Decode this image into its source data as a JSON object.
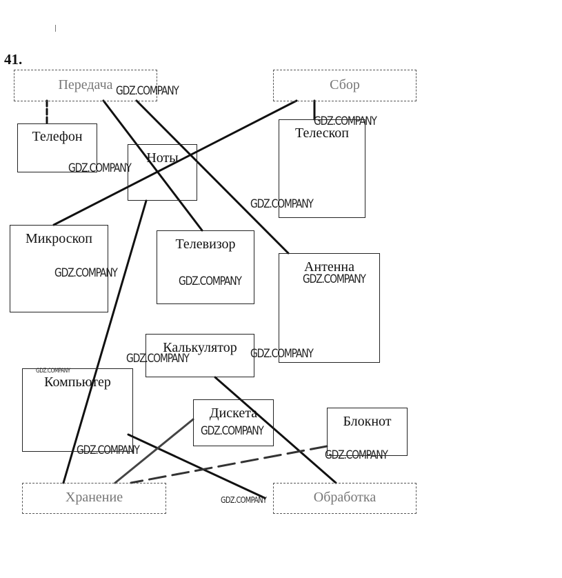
{
  "problem": {
    "number": "41."
  },
  "watermark": "GDZ.COMPANY",
  "nodes": {
    "peredacha": {
      "label": "Передача"
    },
    "sbor": {
      "label": "Сбор"
    },
    "telefon": {
      "label": "Телефон"
    },
    "noty": {
      "label": "Ноты"
    },
    "teleskop": {
      "label": "Телескоп"
    },
    "mikroskop": {
      "label": "Микроскоп"
    },
    "televizor": {
      "label": "Телевизор"
    },
    "antenna": {
      "label": "Антенна"
    },
    "kalkulyator": {
      "label": "Калькулятор"
    },
    "kompyuter": {
      "label": "Компьютер"
    },
    "disketa": {
      "label": "Дискета"
    },
    "bloknot": {
      "label": "Блокнот"
    },
    "hranenie": {
      "label": "Хранение"
    },
    "obrabotka": {
      "label": "Обработка"
    }
  },
  "connections": [
    {
      "from": "peredacha",
      "to": "telefon"
    },
    {
      "from": "peredacha",
      "to": "televizor"
    },
    {
      "from": "peredacha",
      "to": "antenna"
    },
    {
      "from": "sbor",
      "to": "teleskop"
    },
    {
      "from": "sbor",
      "to": "mikroskop"
    },
    {
      "from": "noty",
      "to": "hranenie"
    },
    {
      "from": "kalkulyator",
      "to": "obrabotka"
    },
    {
      "from": "kompyuter",
      "to": "obrabotka"
    },
    {
      "from": "disketa",
      "to": "hranenie"
    },
    {
      "from": "bloknot",
      "to": "hranenie"
    }
  ]
}
